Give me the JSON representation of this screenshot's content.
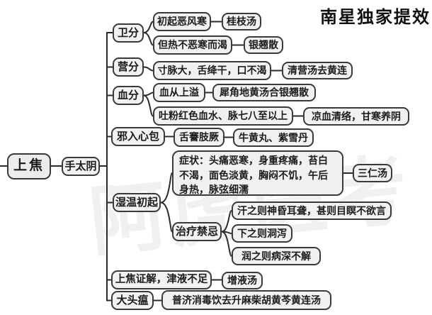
{
  "watermark": {
    "title": "南星独家提效",
    "background": "阿虎医考"
  },
  "colors": {
    "box_border": "#3a3a3a",
    "box_fill": "#f1f1f1",
    "line": "#2b2b2b"
  },
  "nodes": {
    "root": "上焦",
    "meridian": "手太阴",
    "weifen": "卫分",
    "chuqi": "初起恶风寒",
    "guizhi": "桂枝汤",
    "danre": "但热不恶寒而渴",
    "yinqiao": "银翘散",
    "yingfen": "营分",
    "cunmai": "寸脉大，舌绛干，口不渴",
    "qingying": "清营汤去黄连",
    "xuefen": "血分",
    "xuecong": "血从上溢",
    "xijiao": "犀角地黄汤合银翘散",
    "tufen": "吐粉红色血水、脉七八至以上",
    "liangxue": "凉血清络，甘寒养阴",
    "xieru": "邪入心包",
    "shejian": "舌謇肢厥",
    "niuhuang": "牛黄丸、紫雪丹",
    "shiwen": "湿温初起",
    "zhengzhuang": "症状：头痛恶寒，身重疼痛，苔白不渴，面色淡黄，胸闷不饥，午后身热，脉弦细濡",
    "sanren": "三仁汤",
    "jinji": "治疗禁忌",
    "hanzhi": "汗之则神昏耳聋，甚则目瞑不欲言",
    "xiazhi": "下之则洞泻",
    "runzhi": "润之则病深不解",
    "jinye": "上焦证解，津液不足",
    "zengye": "增液汤",
    "datou": "大头瘟",
    "puji": "普济消毒饮去升麻柴胡黄芩黄连汤"
  }
}
